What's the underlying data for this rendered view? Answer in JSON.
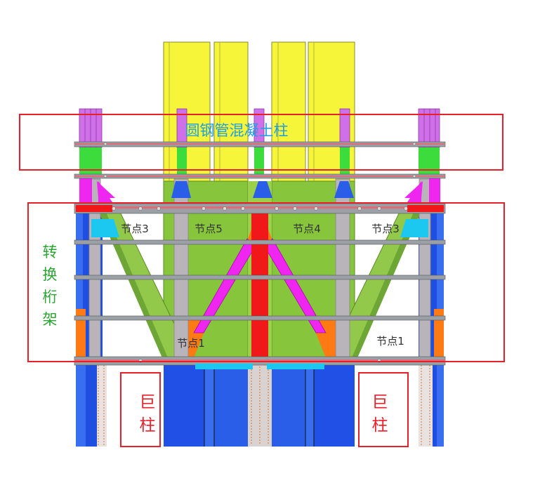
{
  "labels": {
    "column_callout": "圆钢管混凝土柱",
    "truss_callout": [
      "转",
      "换",
      "桁",
      "架"
    ],
    "mega_column_left": [
      "巨",
      "柱"
    ],
    "mega_column_right": [
      "巨",
      "柱"
    ],
    "node_1_left": "节点1",
    "node_1_right": "节点1",
    "node_3_left": "节点3",
    "node_3_right": "节点3",
    "node_4": "节点4",
    "node_5": "节点5"
  },
  "colors": {
    "callout_frame": "#e8202a",
    "column_callout_text": "#1e9fe0",
    "truss_callout_text": "#2aa531",
    "mega_text": "#e8202a",
    "node_text": "#333333",
    "core_yellow": "#f6f53a",
    "core_green": "#86c53c",
    "brace_green": "#93c94a",
    "chord_gray": "#9aa0a6",
    "column_gray": "#b9b3ba",
    "blue": "#1f4fe0",
    "light_blue": "#3f8df0",
    "magenta": "#ef26ef",
    "orange": "#ff7a12",
    "red": "#f01818",
    "cyan": "#1cc8f0",
    "violet": "#d070e8"
  }
}
